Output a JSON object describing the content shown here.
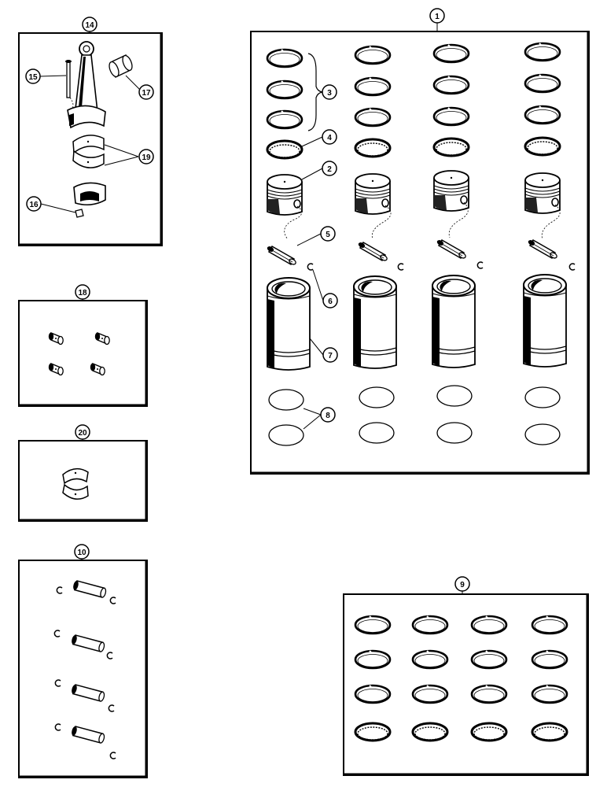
{
  "callouts": {
    "c1": "1",
    "c2": "2",
    "c3": "3",
    "c4": "4",
    "c5": "5",
    "c6": "6",
    "c7": "7",
    "c8": "8",
    "c9": "9",
    "c10": "10",
    "c14": "14",
    "c15": "15",
    "c16": "16",
    "c17": "17",
    "c18": "18",
    "c19": "19",
    "c20": "20"
  }
}
